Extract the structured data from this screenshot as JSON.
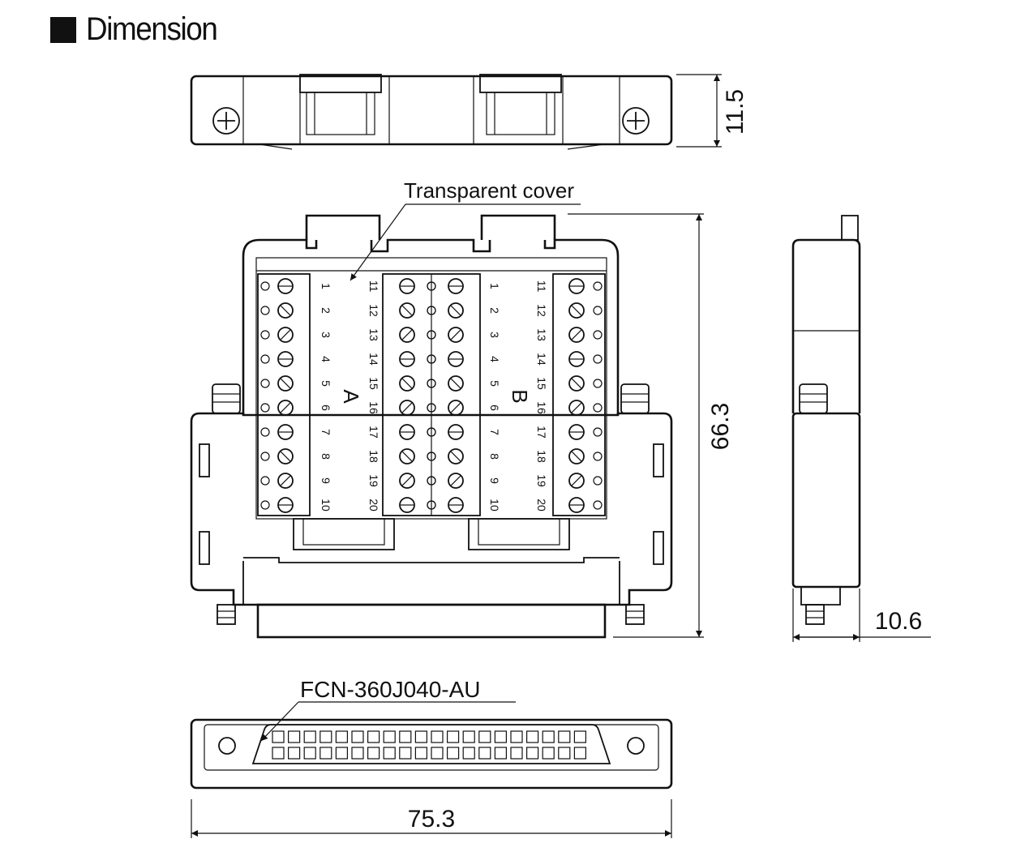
{
  "heading": {
    "title": "Dimension"
  },
  "labels": {
    "cover": "Transparent cover",
    "connector": "FCN-360J040-AU",
    "block_a": "A",
    "block_b": "B"
  },
  "dimensions": {
    "height": "11.5",
    "overall_height": "66.3",
    "depth": "10.6",
    "width": "75.3"
  },
  "terminal_numbers": {
    "left": [
      "1",
      "2",
      "3",
      "4",
      "5",
      "6",
      "7",
      "8",
      "9",
      "10"
    ],
    "right": [
      "11",
      "12",
      "13",
      "14",
      "15",
      "16",
      "17",
      "18",
      "19",
      "20"
    ]
  },
  "connector_pins": {
    "columns": 20,
    "rows": 2
  },
  "colors": {
    "line": "#111111",
    "background": "#ffffff"
  }
}
